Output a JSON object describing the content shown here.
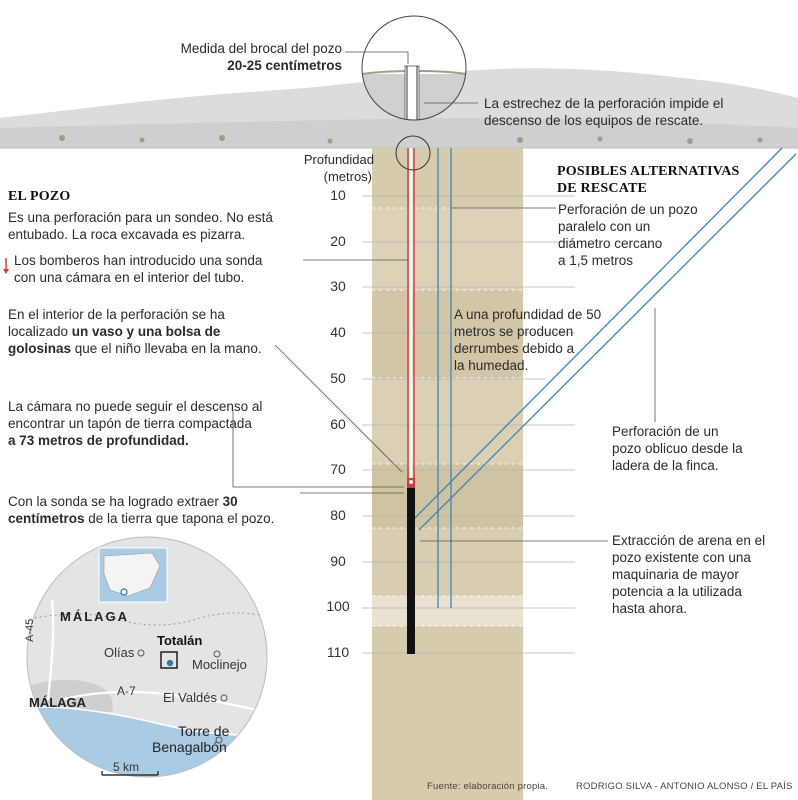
{
  "brocal": {
    "line1": "Medida del brocal del pozo",
    "line2": "20-25 centímetros"
  },
  "narrow": {
    "line1": "La estrechez de la perforación impide el",
    "line2": "descenso de los equipos de rescate."
  },
  "depth_axis": {
    "title1": "Profundidad",
    "title2": "(metros)",
    "ticks": [
      "10",
      "20",
      "30",
      "40",
      "50",
      "60",
      "70",
      "80",
      "90",
      "100",
      "110"
    ]
  },
  "pozo": {
    "heading": "EL POZO",
    "p1_l1": "Es una perforación para un sondeo. No está",
    "p1_l2": "entubado. La roca excavada es pizarra.",
    "p2_l1": "Los bomberos han introducido una sonda",
    "p2_l2": "con una cámara en el interior del tubo.",
    "p3_l1": "En el interior de la perforación se ha",
    "p3_l2a": "localizado ",
    "p3_l2b": "un vaso y una bolsa de",
    "p3_l3a": "golosinas",
    "p3_l3b": " que el niño llevaba en la mano.",
    "p4_l1": "La cámara no puede seguir el descenso al",
    "p4_l2": "encontrar un tapón de tierra compactada",
    "p4_l3": "a 73 metros de profundidad.",
    "p5_l1a": "Con la sonda se ha logrado extraer ",
    "p5_l1b": "30",
    "p5_l2a": "centímetros",
    "p5_l2b": " de la tierra que tapona el pozo."
  },
  "alternativas": {
    "heading1": "POSIBLES ALTERNATIVAS",
    "heading2": "DE RESCATE",
    "paralelo": [
      "Perforación de un pozo",
      "paralelo con un",
      "diámetro cercano",
      "a 1,5 metros"
    ],
    "derrumbes": [
      "A una profundidad de 50",
      "metros se producen",
      "derrumbes debido a",
      "la humedad."
    ],
    "oblicuo": [
      "Perforación de un",
      "pozo oblicuo desde la",
      "ladera de la finca."
    ],
    "arena": [
      "Extracción de arena en el",
      "pozo existente con una",
      "maquinaria de mayor",
      "potencia a la utilizada",
      "hasta ahora."
    ]
  },
  "map": {
    "province": "MÁLAGA",
    "city": "MÁLAGA",
    "highlight": "Totalán",
    "places": [
      "Olías",
      "Moclinejo",
      "El Valdés",
      "Torre de",
      "Benagalbón"
    ],
    "roads": [
      "A-45",
      "A-7"
    ],
    "scale": "5 km"
  },
  "footer": {
    "source": "Fuente: elaboración propia.",
    "credits": "RODRIGO SILVA - ANTONIO ALONSO / EL PAÍS"
  },
  "colors": {
    "sand1": "#d4c8a8",
    "sand2": "#ddd2b6",
    "ground": "#d9d9d9",
    "probe": "#d23a3a",
    "blue_line": "#3a86b8",
    "sea": "#a9cbe4"
  }
}
